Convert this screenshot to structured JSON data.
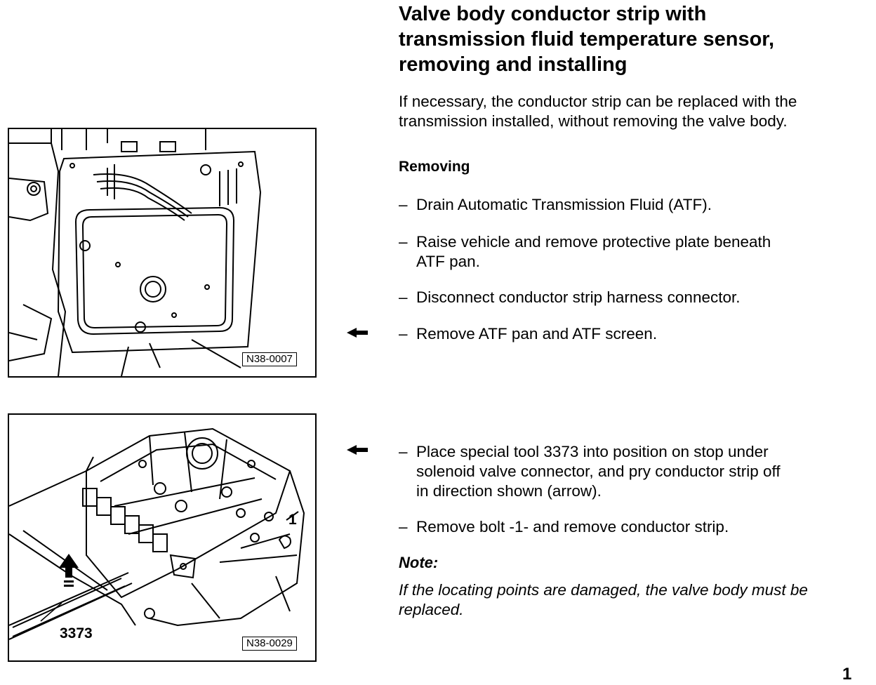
{
  "title_lines": [
    "Valve body conductor strip with",
    "transmission fluid temperature sensor,",
    "removing and installing"
  ],
  "intro_lines": [
    "If necessary, the conductor strip can be replaced with the",
    "transmission installed, without removing the valve body."
  ],
  "subheading": "Removing",
  "steps": [
    {
      "dash": "–",
      "lines": [
        "Drain Automatic Transmission Fluid (ATF)."
      ]
    },
    {
      "dash": "–",
      "lines": [
        "Raise vehicle and remove protective plate beneath",
        "ATF pan."
      ]
    },
    {
      "dash": "–",
      "lines": [
        "Disconnect conductor strip harness connector."
      ]
    },
    {
      "dash": "–",
      "lines": [
        "Remove ATF pan and ATF screen."
      ]
    },
    {
      "dash": "–",
      "lines": [
        "Place special tool 3373 into position on stop under",
        "solenoid valve connector, and pry conductor strip off",
        "in direction shown (arrow)."
      ]
    },
    {
      "dash": "–",
      "lines": [
        "Remove bolt -1- and remove conductor strip."
      ]
    }
  ],
  "note": {
    "heading": "Note:",
    "lines": [
      "If the locating points are damaged, the valve body must be",
      "replaced."
    ]
  },
  "figures": [
    {
      "label": "N38-0007"
    },
    {
      "label": "N38-0029",
      "callout_tool": "3373",
      "callout_bolt": "1"
    }
  ],
  "page_number": "1"
}
